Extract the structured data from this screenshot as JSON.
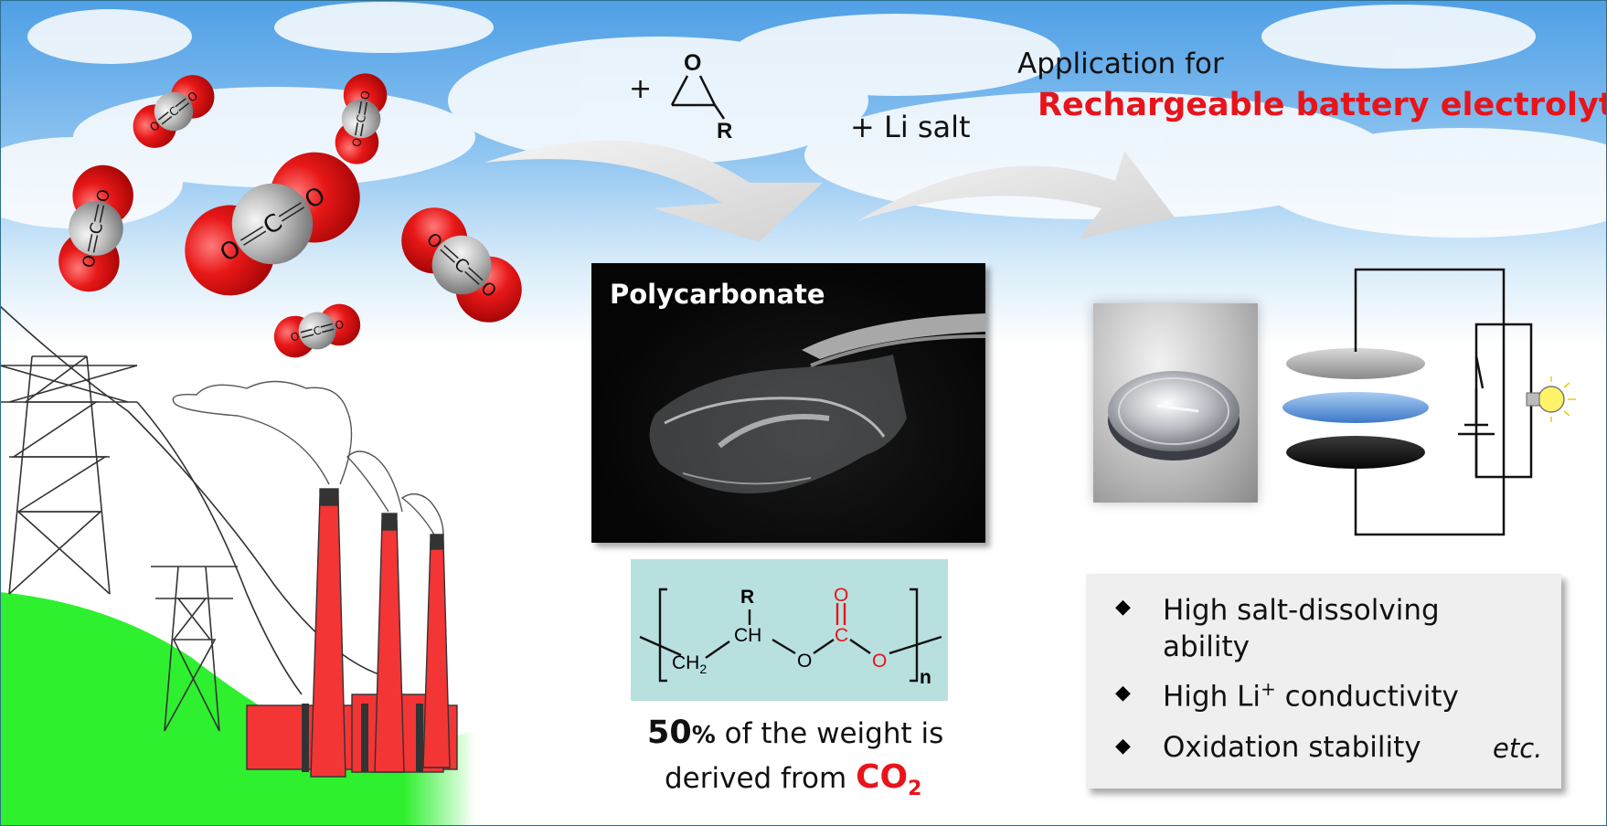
{
  "header": {
    "application_for": "Application for",
    "rechargeable": "Rechargeable battery electrolytes"
  },
  "reaction": {
    "plus_epoxide": "+",
    "epoxide_o": "O",
    "epoxide_r": "R",
    "li_salt": "+ Li salt"
  },
  "polycarbonate": {
    "label": "Polycarbonate",
    "formula": {
      "r": "R",
      "ch": "CH",
      "ch2": "CH",
      "ch2_sub": "2",
      "o1": "O",
      "c": "C",
      "o_top": "O",
      "o2": "O",
      "n": "n"
    }
  },
  "weight_note": {
    "percent": "50",
    "percent_sign": "%",
    "line1_rest": " of the weight is",
    "line2": "derived from ",
    "co2": "CO",
    "co2_sub": "2"
  },
  "molecules": {
    "o": "O",
    "c": "C"
  },
  "properties": {
    "items": [
      {
        "line1": "High salt-dissolving",
        "line2": "ability"
      },
      {
        "pre": "High Li",
        "sup": "+",
        "post": " conductivity"
      },
      {
        "line1": "Oxidation stability"
      }
    ],
    "etc": "etc."
  },
  "colors": {
    "red_accent": "#e8141b",
    "sky": "#6aaee8",
    "ground": "#2ff02f",
    "chimney": "#f33535",
    "formula_bg": "#b8e0df"
  }
}
